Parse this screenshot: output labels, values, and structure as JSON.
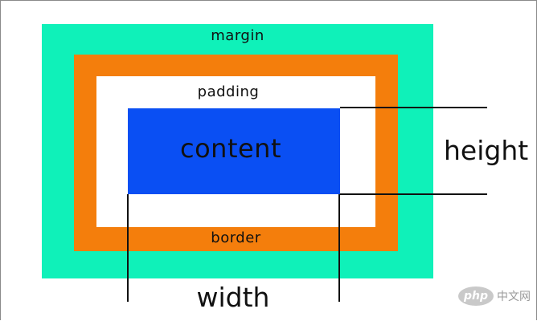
{
  "diagram": {
    "labels": {
      "margin": "margin",
      "padding": "padding",
      "content": "content",
      "border": "border",
      "height": "height",
      "width": "width"
    },
    "colors": {
      "margin": "#0ff1b9",
      "border": "#f47e0c",
      "padding": "#ffffff",
      "content": "#0a4ff3",
      "lines": "#111111"
    }
  },
  "watermark": {
    "logo_text": "php",
    "text": "中文网"
  }
}
